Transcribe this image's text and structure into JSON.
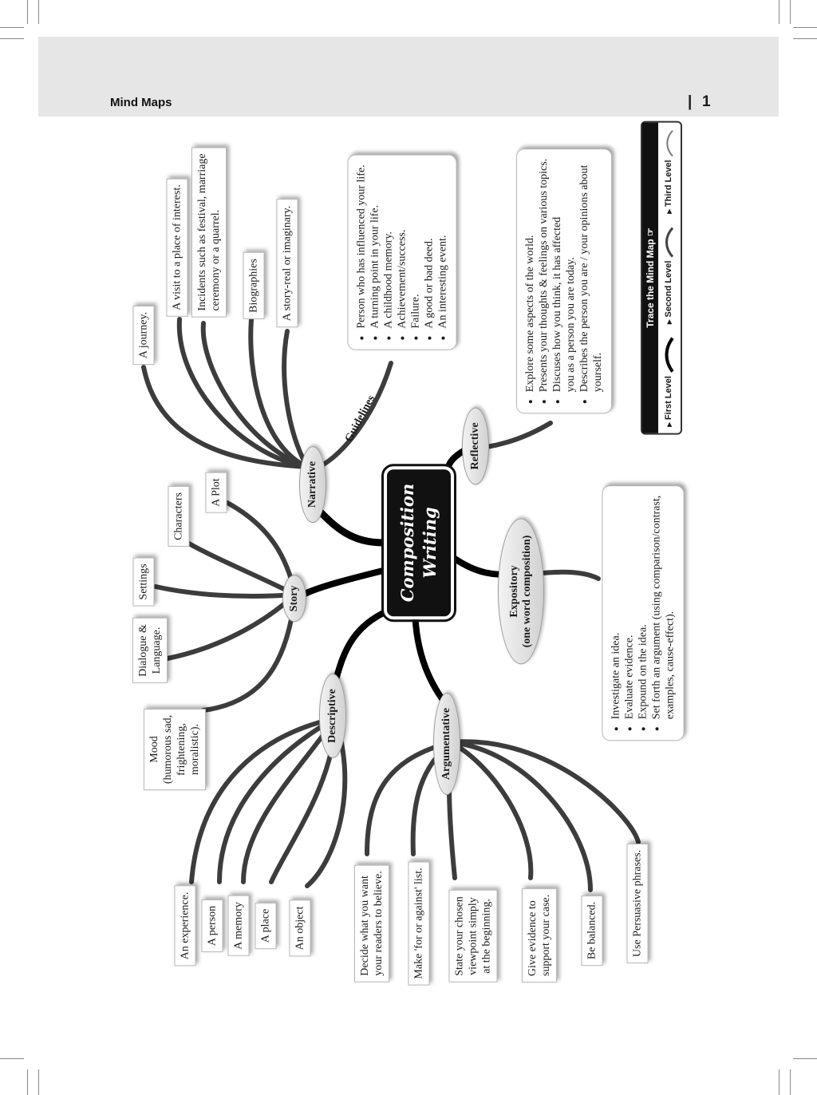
{
  "header": {
    "title": "Mind Maps",
    "separator": "|",
    "page_number": "1"
  },
  "center": {
    "line1": "Composition",
    "line2": "Writing"
  },
  "nodes": {
    "narrative": "Narrative",
    "reflective": "Reflective",
    "expository_1": "Expository",
    "expository_2": "(one word composition)",
    "argumentative": "Argumentative",
    "descriptive": "Descriptive",
    "story": "Story",
    "guidelines": "Guidelines"
  },
  "narrative_items": [
    "A journey.",
    "A visit to a place of interest.",
    "Incidents such as festival, marriage",
    "ceremony or a quarrel.",
    "Biographies",
    "A story-real or imaginary."
  ],
  "guidelines_items": [
    "Person who has influenced your life.",
    "A turning point in your life.",
    "A childhood memory.",
    "Achievement/success.",
    "Failure.",
    "A good or bad deed.",
    "An interesting event."
  ],
  "reflective_items": [
    "Explore some aspects of the world.",
    "Presents your thoughts & feelings on various topics.",
    "Discuses how you think, it has affected",
    "you as a person you are today.",
    "Describes the person you are / your opinions about",
    "yourself."
  ],
  "expository_items": [
    "Investigate an idea.",
    "Evaluate evidence.",
    "Expound on the idea.",
    "Set forth an argument (using comparison/contrast,",
    "examples, cause-effect)."
  ],
  "story_items": {
    "plot": "A Plot",
    "characters": "Characters",
    "settings": "Settings",
    "dialogue_1": "Dialogue &",
    "dialogue_2": "Language.",
    "mood_1": "Mood",
    "mood_2": "(humorous sad,",
    "mood_3": "frightening,",
    "mood_4": "moralistic)."
  },
  "descriptive_items": [
    "An experience.",
    "A person",
    "A memory",
    "A place",
    "An object"
  ],
  "argumentative_items": {
    "decide_1": "Decide  what  you  want",
    "decide_2": "your readers to believe.",
    "make": "Make 'for or against' list.",
    "state_1": "State your chosen",
    "state_2": "viewpoint  simply",
    "state_3": "at the beginning.",
    "give_1": "Give   evidence   to",
    "give_2": "support your case.",
    "balanced": "Be balanced.",
    "persuasive": "Use Persuasive phrases."
  },
  "legend": {
    "title": "Trace the  Mind Map",
    "first": "First Level",
    "second": "Second Level",
    "third": "Third Level"
  }
}
